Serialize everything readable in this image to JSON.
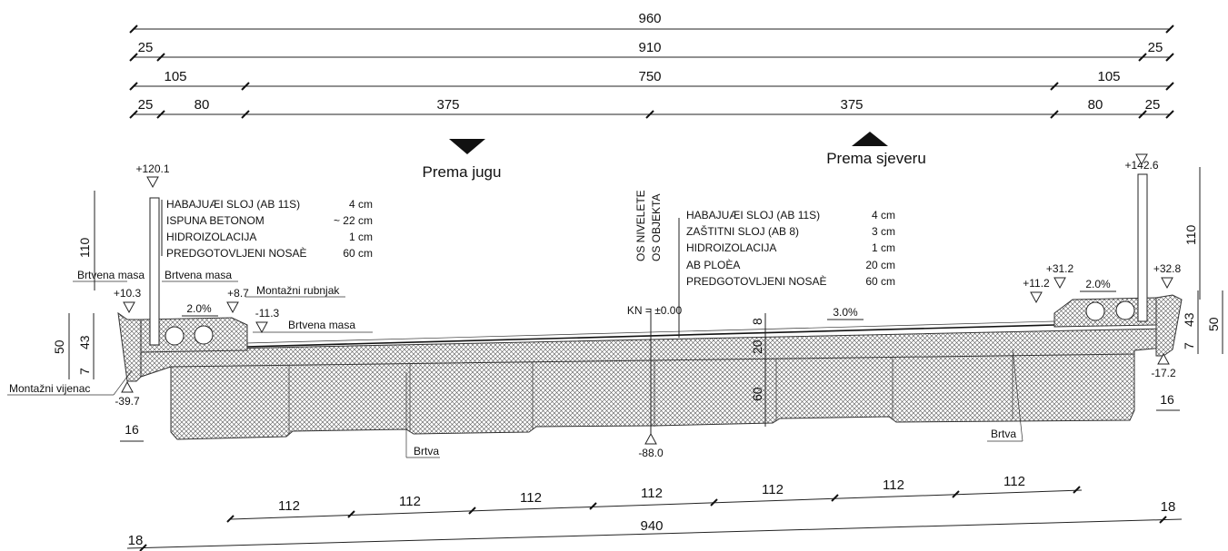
{
  "dimensions": {
    "row1": [
      "960"
    ],
    "row2": [
      "25",
      "910",
      "25"
    ],
    "row3": [
      "105",
      "750",
      "105"
    ],
    "row4": [
      "25",
      "80",
      "375",
      "375",
      "80",
      "25"
    ],
    "bottom_segments": [
      "112",
      "112",
      "112",
      "112",
      "112",
      "112",
      "112"
    ],
    "bottom_total": "940",
    "bottom_left": "18",
    "bottom_right": "18",
    "left_vertical": [
      "110",
      "50",
      "43",
      "7"
    ],
    "right_vertical": [
      "110",
      "50",
      "43",
      "7"
    ],
    "left_width": "16",
    "right_width": "16",
    "center_vertical": [
      "8",
      "20",
      "60"
    ]
  },
  "directions": {
    "south": "Prema jugu",
    "north": "Prema sjeveru"
  },
  "axis_labels": {
    "os_nivelete": "OS NIVELETE",
    "os_objekta": "OS OBJEKTA",
    "kn": "KN = ±0.00"
  },
  "elevations": {
    "left_rail_top": "+120.1",
    "right_rail_top": "+142.6",
    "left_curb": "+10.3",
    "left_inner": "+8.7",
    "left_gutter": "-11.3",
    "left_bottom": "-39.7",
    "right_inner": "+11.2",
    "right_curb_top": "+31.2",
    "right_outer": "+32.8",
    "right_bottom": "-17.2",
    "center_bottom": "-88.0"
  },
  "slopes": {
    "left": "2.0%",
    "right_walk": "2.0%",
    "deck": "3.0%"
  },
  "layers_left": [
    {
      "name": "HABAJUÆI SLOJ (AB 11S)",
      "value": "4 cm"
    },
    {
      "name": "ISPUNA BETONOM",
      "value": "~ 22 cm"
    },
    {
      "name": "HIDROIZOLACIJA",
      "value": "1 cm"
    },
    {
      "name": "PREDGOTOVLJENI NOSAÈ",
      "value": "60 cm"
    }
  ],
  "layers_center": [
    {
      "name": "HABAJUÆI SLOJ (AB 11S)",
      "value": "4 cm"
    },
    {
      "name": "ZAŠTITNI SLOJ (AB 8)",
      "value": "3 cm"
    },
    {
      "name": "HIDROIZOLACIJA",
      "value": "1 cm"
    },
    {
      "name": "AB PLOÈA",
      "value": "20 cm"
    },
    {
      "name": "PREDGOTOVLJENI NOSAÈ",
      "value": "60 cm"
    }
  ],
  "callouts": {
    "brtvena_masa_left": "Brtvena masa",
    "brtvena_masa_mid": "Brtvena masa",
    "brtvena_masa_gutter": "Brtvena masa",
    "montazni_rubnjak": "Montažni rubnjak",
    "montazni_vijenac": "Montažni vijenac",
    "brtva_left": "Brtva",
    "brtva_right": "Brtva"
  }
}
